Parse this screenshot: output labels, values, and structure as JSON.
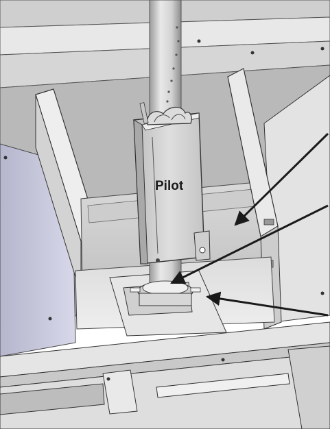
{
  "diagram": {
    "labels": {
      "pilot": "Pilot"
    },
    "colors": {
      "background": "#ffffff",
      "metal_light": "#e6e6e6",
      "metal_mid": "#cfcfcf",
      "metal_dark": "#9a9a9a",
      "shadow": "#7c7c7c",
      "edge": "#3a3a3a",
      "arrow": "#1a1a1a"
    },
    "callout_arrows": [
      {
        "name": "arrow-to-side-panel"
      },
      {
        "name": "arrow-to-burner-ring"
      },
      {
        "name": "arrow-to-mounting-plate"
      }
    ]
  }
}
